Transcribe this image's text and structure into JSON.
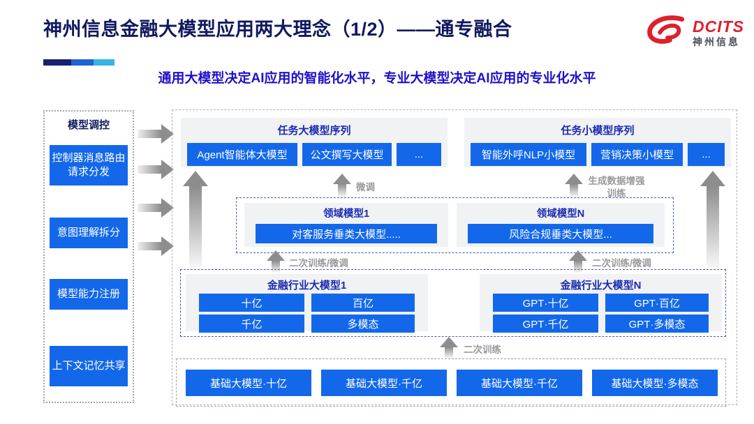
{
  "colors": {
    "accent_blue": "#1368EA",
    "title_navy": "#10195F",
    "subtitle_blue": "#1D10CB",
    "panel_header_blue": "#1B2AB2",
    "logo_red": "#E01F2D",
    "label_gray": "#999999",
    "panel_gray": "#F1F2F4"
  },
  "header": {
    "title": "神州信息金融大模型应用两大理念（1/2）——通专融合",
    "subtitle": "通用大模型决定AI应用的智能化水平，专业大模型决定AI应用的专业化水平",
    "logo": {
      "brand": "DCITS",
      "brand_cn": "神州信息"
    }
  },
  "sidebar": {
    "title": "模型调控",
    "items": [
      "控制器消息路由请求分发",
      "意图理解拆分",
      "模型能力注册",
      "上下文记忆共享"
    ]
  },
  "task_large": {
    "title": "任务大模型序列",
    "items": [
      "Agent智能体大模型",
      "公文撰写大模型",
      "..."
    ]
  },
  "task_small": {
    "title": "任务小模型序列",
    "items": [
      "智能外呼NLP小模型",
      "营销决策小模型",
      "..."
    ]
  },
  "labels": {
    "fine_tune": "微调",
    "data_augment": "生成数据增强训练",
    "retrain_finetune_left": "二次训练/微调",
    "retrain_finetune_right": "二次训练/微调",
    "retrain": "二次训练"
  },
  "domain": {
    "left": {
      "title": "领域模型1",
      "item": "对客服务垂类大模型....."
    },
    "right": {
      "title": "领域模型N",
      "item": "风险合规垂类大模型..."
    }
  },
  "industry": {
    "left": {
      "title": "金融行业大模型1",
      "items": [
        "十亿",
        "百亿",
        "千亿",
        "多模态"
      ]
    },
    "right": {
      "title": "金融行业大模型N",
      "items": [
        "GPT·十亿",
        "GPT·百亿",
        "GPT·千亿",
        "GPT·多模态"
      ]
    }
  },
  "base": {
    "items": [
      "基础大模型·十亿",
      "基础大模型·千亿",
      "基础大模型·千亿",
      "基础大模型·多模态"
    ]
  }
}
